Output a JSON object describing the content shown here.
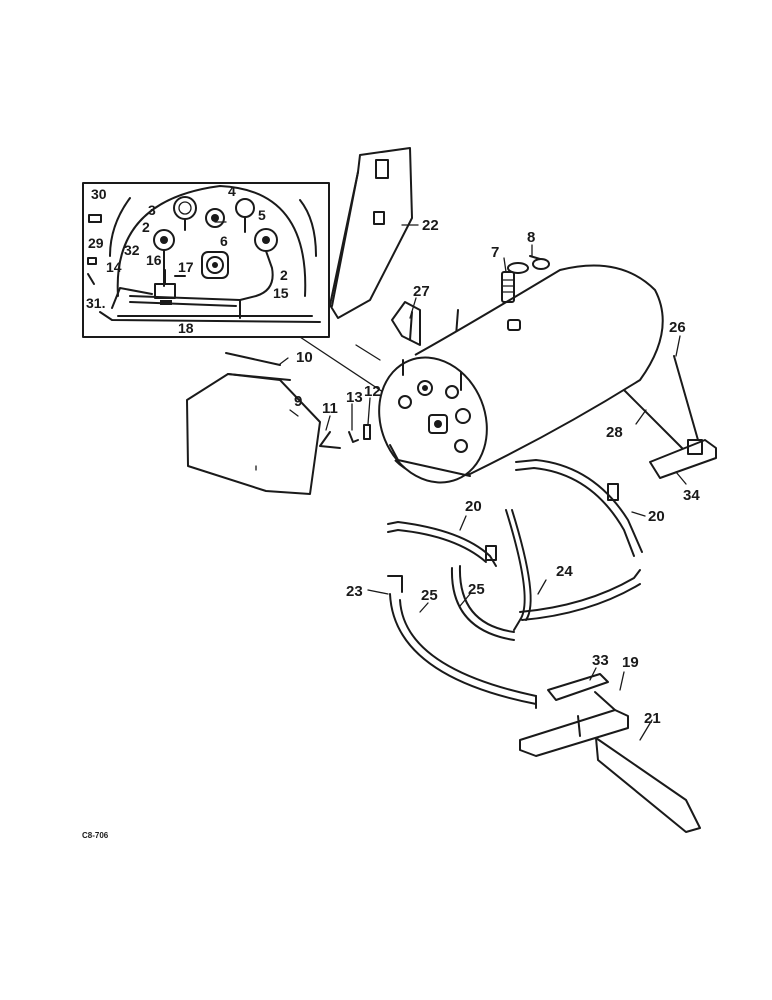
{
  "diagram_code": "C8-706",
  "callouts": {
    "c2a": "2",
    "c2b": "2",
    "c3": "3",
    "c4": "4",
    "c5": "5",
    "c6": "6",
    "c7": "7",
    "c8": "8",
    "c9": "9",
    "c10": "10",
    "c11": "11",
    "c12": "12",
    "c13": "13",
    "c14": "14",
    "c15": "15",
    "c16": "16",
    "c17": "17",
    "c18": "18",
    "c19": "19",
    "c20a": "20",
    "c20b": "20",
    "c21": "21",
    "c22": "22",
    "c23": "23",
    "c24": "24",
    "c25a": "25",
    "c25b": "25",
    "c26": "26",
    "c27": "27",
    "c28": "28",
    "c29": "29",
    "c30": "30",
    "c31": "31.",
    "c32": "32",
    "c33": "33",
    "c34": "34"
  }
}
